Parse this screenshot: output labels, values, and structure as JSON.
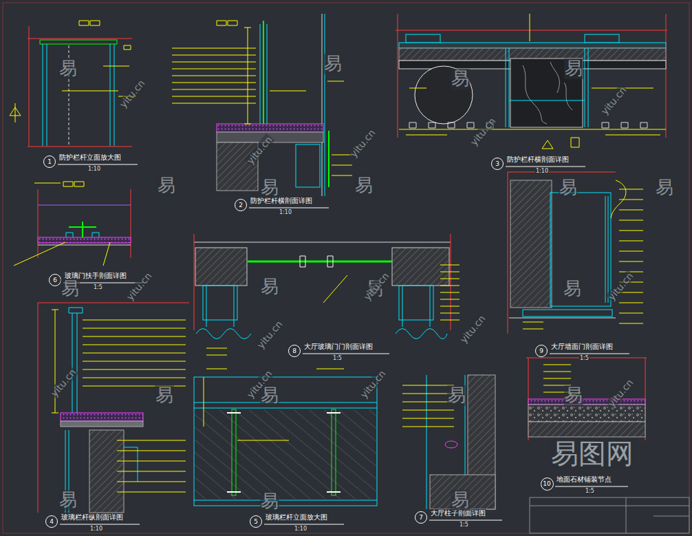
{
  "diagram": {
    "nodes": [
      {
        "text": [
          "1"
        ]
      },
      {
        "text": [
          "2"
        ]
      },
      {
        "text": [
          "3"
        ]
      },
      {
        "text": [
          "6"
        ]
      },
      {
        "text": [
          "8"
        ]
      },
      {
        "text": [
          "9"
        ]
      },
      {
        "text": [
          "4"
        ]
      },
      {
        "text": [
          "5"
        ]
      },
      {
        "text": [
          "7"
        ]
      },
      {
        "text": [
          "10"
        ]
      }
    ],
    "labels": [
      "防护栏杆立面放大图",
      "1:10",
      "防护栏杆横剖面详图",
      "1:10",
      "防护栏杆横剖面详图",
      "1:10",
      "玻璃门扶手剖面详图",
      "1:5",
      "大厅玻璃门门剖面详图",
      "1:5",
      "大厅墙面门剖面详图",
      "1:5",
      "玻璃栏杆纵剖面详图",
      "1:10",
      "玻璃栏杆立面放大图",
      "1:10",
      "大厅柱子剖面详图",
      "1:5",
      "地面石材铺装节点",
      "1:5",
      "易图网",
      "易",
      "易",
      "易",
      "易",
      "易",
      "易",
      "易",
      "易",
      "易",
      "易",
      "易",
      "易",
      "易",
      "易",
      "易",
      "易",
      "易",
      "易",
      "易",
      "易",
      "yitu.cn",
      "yitu.cn",
      "yitu.cn",
      "yitu.cn",
      "yitu.cn",
      "yitu.cn",
      "yitu.cn",
      "yitu.cn",
      "yitu.cn",
      "yitu.cn",
      "yitu.cn",
      "yitu.cn",
      "yitu.cn",
      "yitu.cn"
    ]
  }
}
